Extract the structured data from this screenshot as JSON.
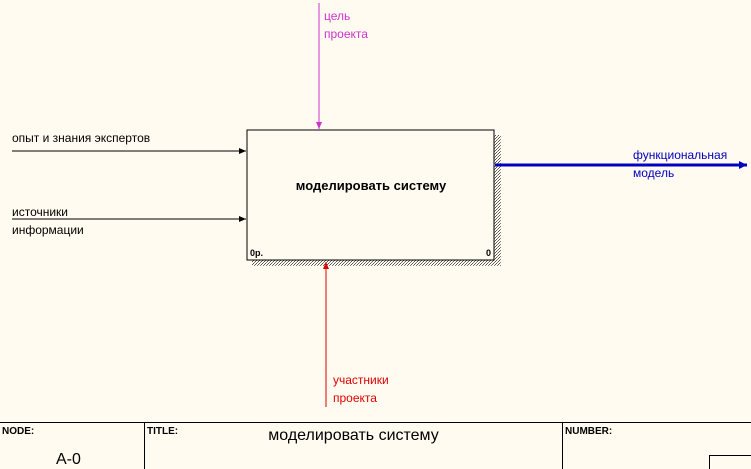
{
  "diagram": {
    "activity": {
      "title": "моделировать систему",
      "cost": "0р.",
      "number": "0"
    },
    "arrows": {
      "inputs": [
        {
          "lines": [
            "опыт и знания экспертов"
          ]
        },
        {
          "lines": [
            "источники",
            "информации"
          ]
        }
      ],
      "control": {
        "lines": [
          "цель",
          "проекта"
        ],
        "color": "#cc33cc"
      },
      "mechanism": {
        "lines": [
          "участники",
          "проекта"
        ],
        "color": "#e00000"
      },
      "output": {
        "lines": [
          "функциональная",
          "модель"
        ],
        "color": "#0000c0"
      }
    }
  },
  "frame": {
    "node_caption": "NODE:",
    "node_value": "A-0",
    "title_caption": "TITLE:",
    "title_value": "моделировать систему",
    "number_caption": "NUMBER:"
  }
}
